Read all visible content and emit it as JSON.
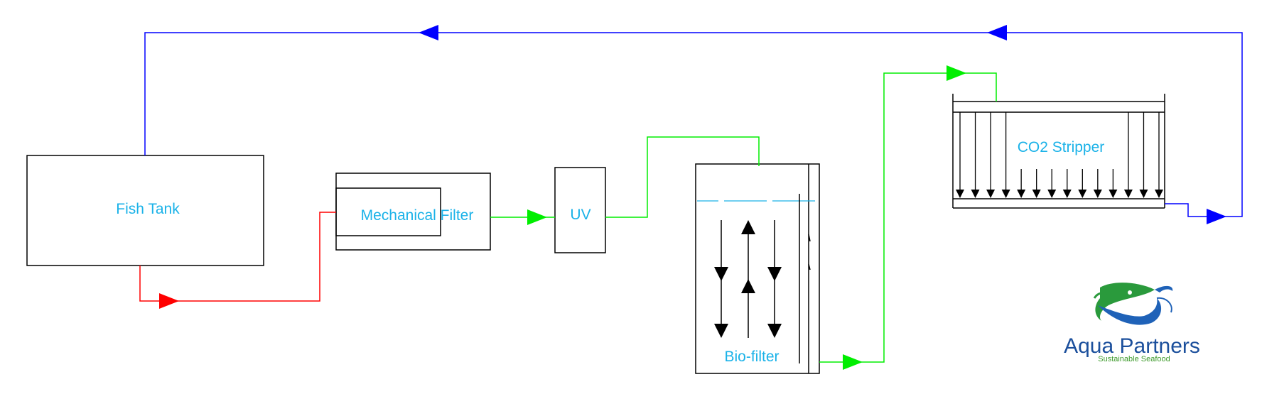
{
  "colors": {
    "text": "#1ab2e8",
    "outline": "#000000",
    "return_line": "#0000ff",
    "dirty_line": "#ff0000",
    "clean_line": "#00ee00",
    "logo_main": "#1b4f9c",
    "logo_sub": "#3d9a2b"
  },
  "labels": {
    "fish_tank": "Fish Tank",
    "mechanical_filter": "Mechanical Filter",
    "uv": "UV",
    "bio_filter": "Bio-filter",
    "co2_stripper": "CO2 Stripper"
  },
  "logo": {
    "name": "Aqua Partners",
    "tagline": "Sustainable Seafood",
    "icon": "fish-logo-icon"
  }
}
